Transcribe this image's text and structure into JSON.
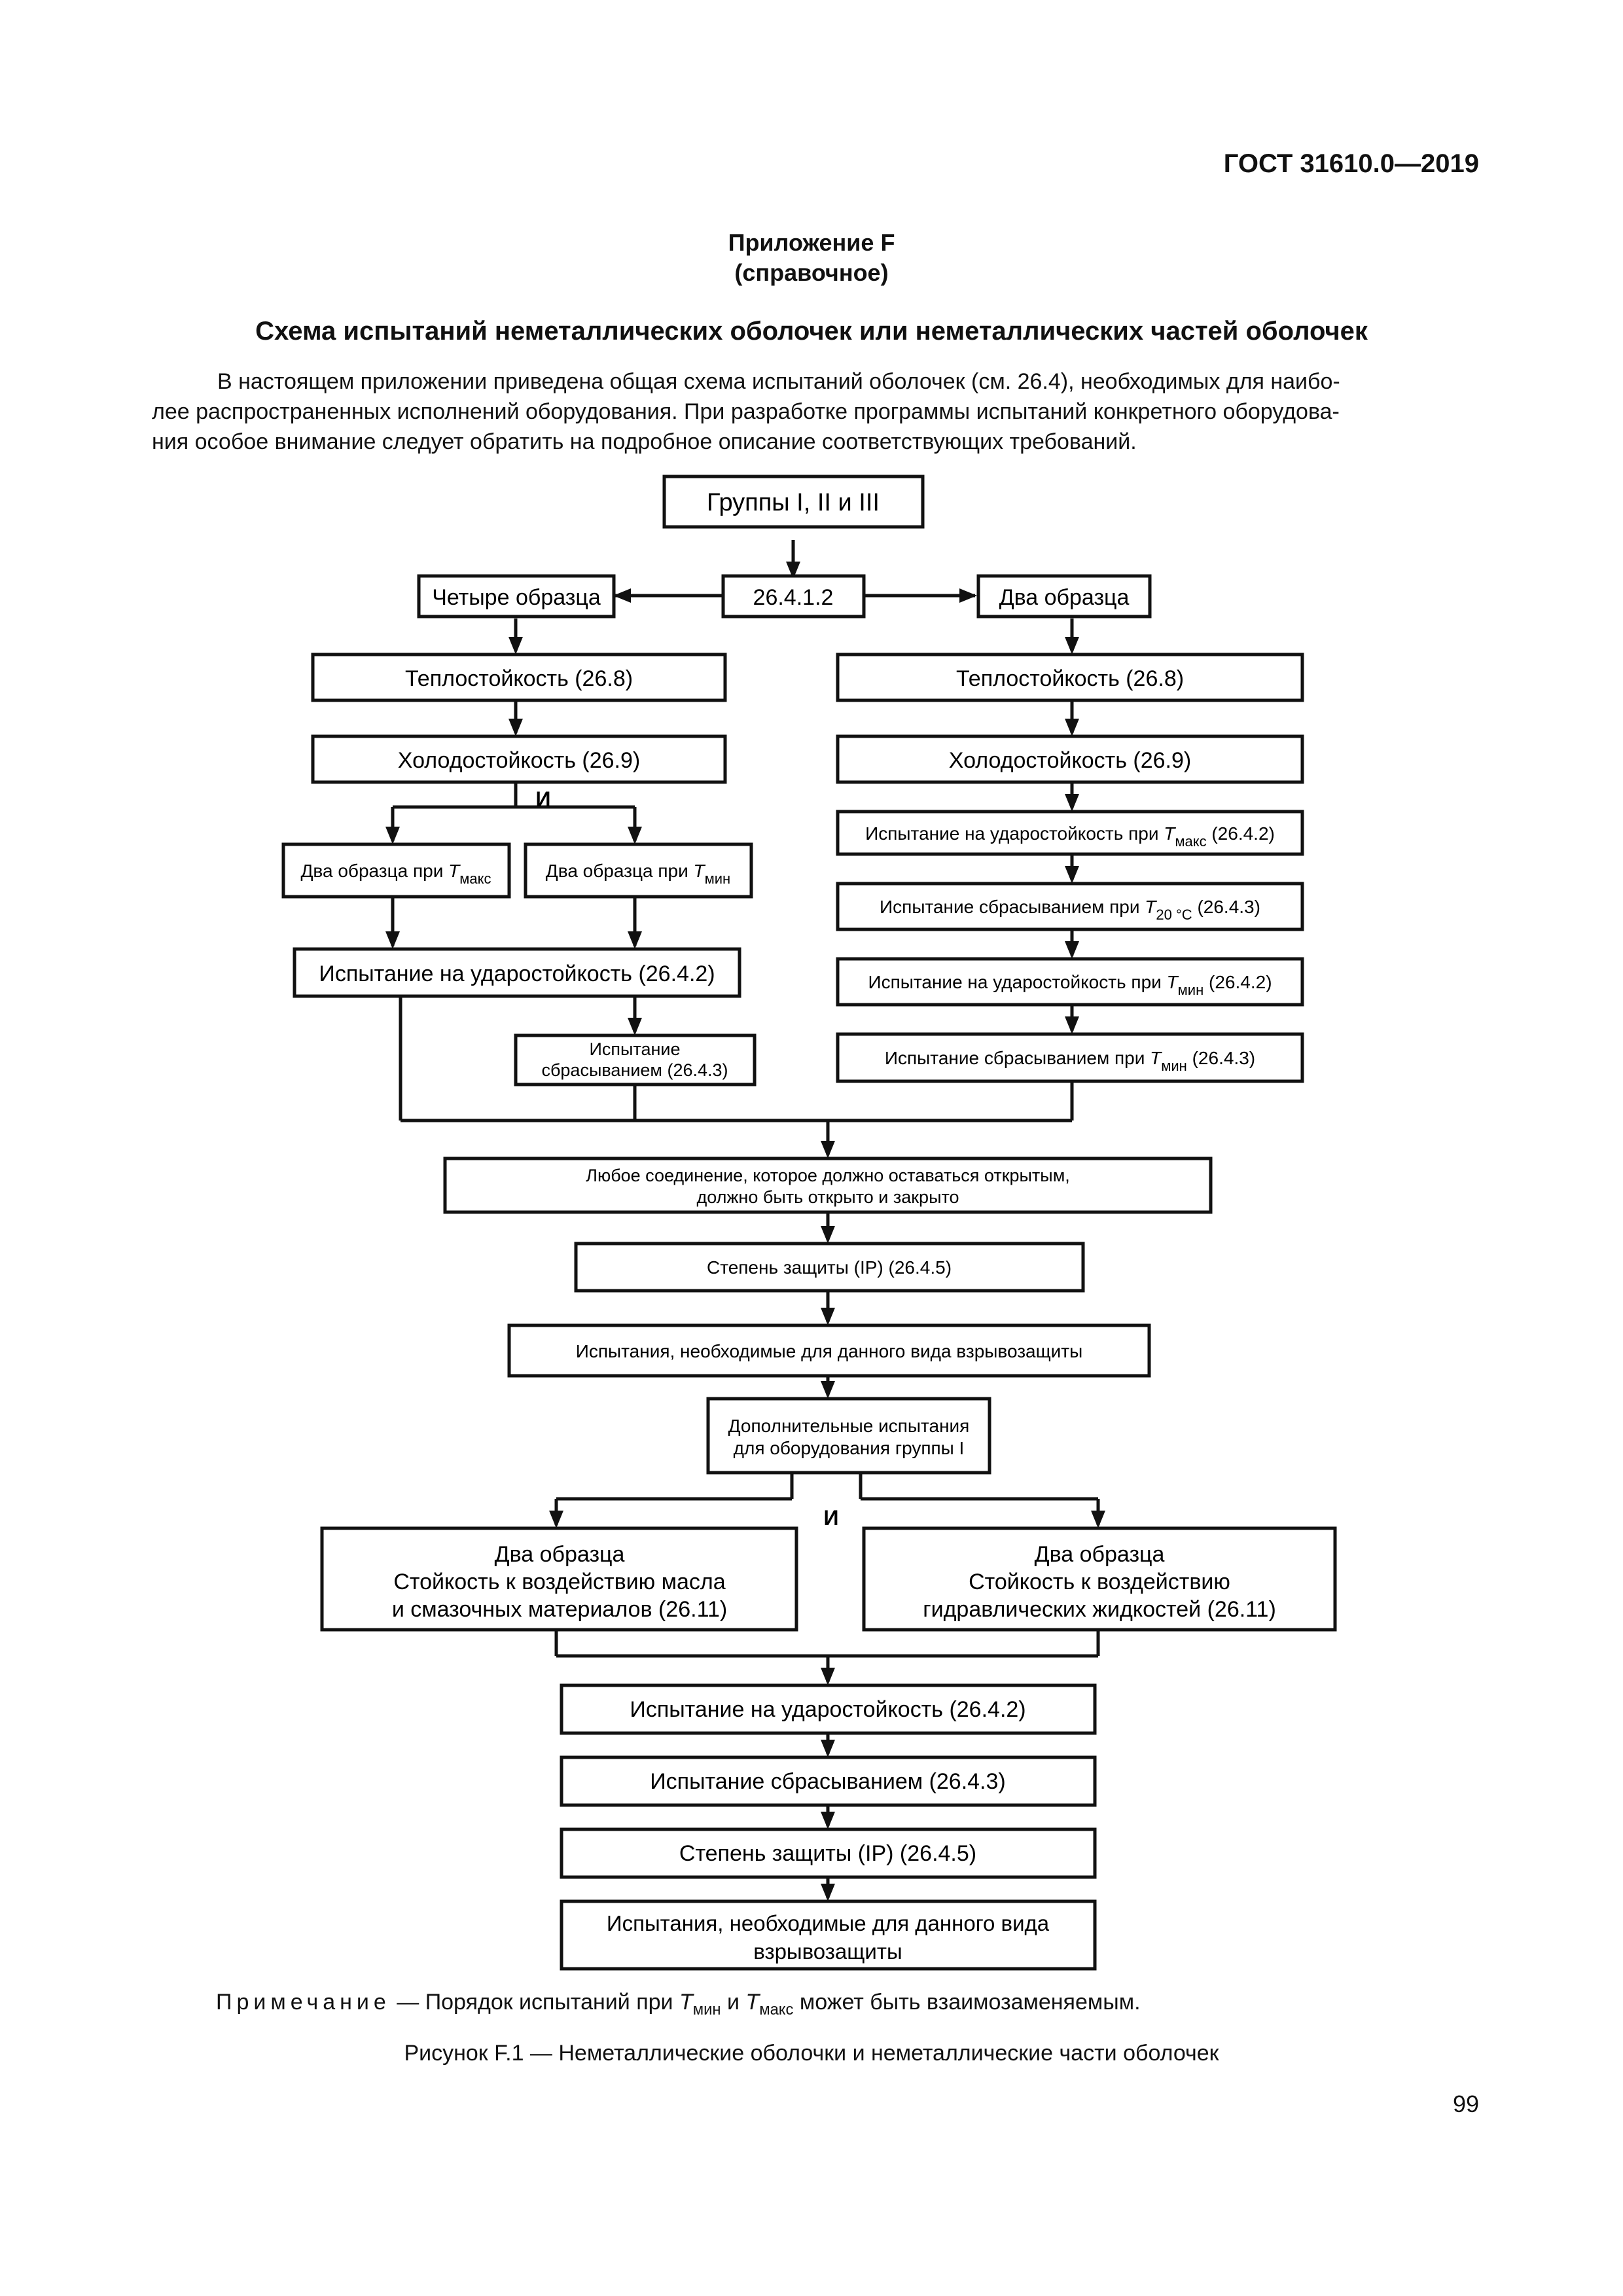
{
  "header": {
    "doc_id": "ГОСТ 31610.0—2019"
  },
  "appendix": {
    "title": "Приложение F",
    "subtitle": "(справочное)"
  },
  "heading": "Схема испытаний неметаллических оболочек или неметаллических частей оболочек",
  "intro": [
    "В настоящем приложении приведена общая схема испытаний оболочек (см. 26.4), необходимых для наибо-",
    "лее распространенных исполнений оборудования. При разработке программы испытаний конкретного оборудова-",
    "ния особое внимание следует обратить на подробное описание соответствующих требований."
  ],
  "diagram": {
    "top": "Группы I, II и III",
    "split": "26.4.1.2",
    "left": {
      "samples": "Четыре образца",
      "heat": "Теплостойкость (26.8)",
      "cold": "Холодостойкость (26.9)",
      "and": "И",
      "tmax_prefix": "Два образца при ",
      "tmax_T": "T",
      "tmax_sub": "макс",
      "tmin_prefix": "Два образца при ",
      "tmin_T": "T",
      "tmin_sub": "мин",
      "impact": "Испытание на ударостойкость (26.4.2)",
      "drop_line1": "Испытание",
      "drop_line2": "сбрасыванием (26.4.3)"
    },
    "right": {
      "samples": "Два образца",
      "heat": "Теплостойкость (26.8)",
      "cold": "Холодостойкость (26.9)",
      "impact_max_prefix": "Испытание на ударостойкость при ",
      "impact_max_T": "T",
      "impact_max_sub": "макс",
      "impact_max_suffix": " (26.4.2)",
      "drop20_prefix": "Испытание сбрасыванием при ",
      "drop20_T": "T",
      "drop20_sub": "20 °C",
      "drop20_suffix": " (26.4.3)",
      "impact_min_prefix": "Испытание на ударостойкость при ",
      "impact_min_T": "T",
      "impact_min_sub": "мин",
      "impact_min_suffix": " (26.4.2)",
      "drop_min_prefix": "Испытание сбрасыванием при ",
      "drop_min_T": "T",
      "drop_min_sub": "мин",
      "drop_min_suffix": " (26.4.3)"
    },
    "joint_line1": "Любое соединение, которое должно оставаться открытым,",
    "joint_line2": "должно быть открыто и закрыто",
    "ip1": "Степень защиты (IP) (26.4.5)",
    "tests1": "Испытания, необходимые для данного вида взрывозащиты",
    "extra_line1": "Дополнительные испытания",
    "extra_line2": "для оборудования группы I",
    "and2": "И",
    "oil": [
      "Два образца",
      "Стойкость к воздействию масла",
      "и смазочных материалов (26.11)"
    ],
    "hydro": [
      "Два образца",
      "Стойкость к воздействию",
      "гидравлических жидкостей (26.11)"
    ],
    "impact2": "Испытание на ударостойкость (26.4.2)",
    "drop2": "Испытание сбрасыванием (26.4.3)",
    "ip2": "Степень защиты (IP) (26.4.5)",
    "tests2_line1": "Испытания, необходимые для данного вида",
    "tests2_line2": "взрывозащиты"
  },
  "note": {
    "label": "Примечание",
    "text1": " — Порядок испытаний при ",
    "T1": "T",
    "sub1": "мин",
    "text2": " и ",
    "T2": "T",
    "sub2": "макс",
    "text3": " может быть взаимозаменяемым."
  },
  "caption": "Рисунок F.1 — Неметаллические оболочки и неметаллические части оболочек",
  "page_number": "99"
}
